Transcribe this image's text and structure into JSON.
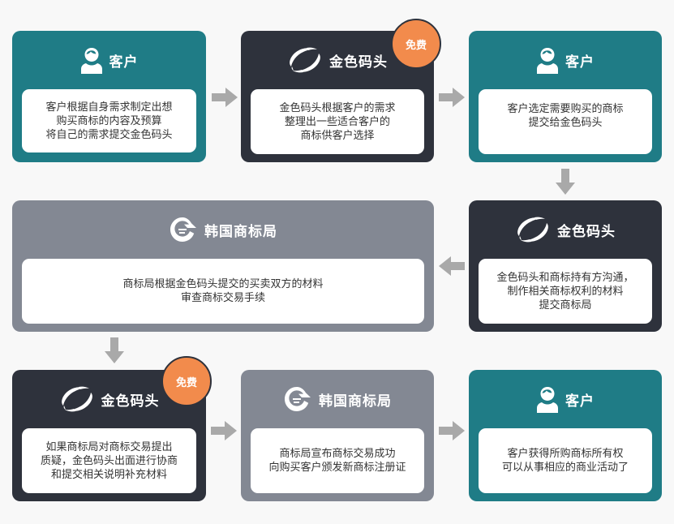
{
  "colors": {
    "background": "#f8f8f8",
    "customer_card": "#1f7c86",
    "agency_card": "#2e323c",
    "office_card": "#838893",
    "badge": "#f28b4c",
    "arrow": "#a9a9a9",
    "body_text": "#333333"
  },
  "steps": [
    {
      "actor": "客户",
      "icon": "person-icon",
      "text": "客户根据自身需求制定出想\n购买商标的内容及预算\n将自己的需求提交金色码头"
    },
    {
      "actor": "金色码头",
      "icon": "swirl-logo-icon",
      "badge": "免费",
      "text": "金色码头根据客户的需求\n整理出一些适合客户的\n商标供客户选择"
    },
    {
      "actor": "客户",
      "icon": "person-icon",
      "text": "客户选定需要购买的商标\n提交给金色码头"
    },
    {
      "actor": "金色码头",
      "icon": "swirl-logo-icon",
      "text": "金色码头和商标持有方沟通，\n制作相关商标权利的材料\n提交商标局"
    },
    {
      "actor": "韩国商标局",
      "icon": "trademark-office-logo-icon",
      "text": "商标局根据金色码头提交的买卖双方的材料\n审查商标交易手续"
    },
    {
      "actor": "金色码头",
      "icon": "swirl-logo-icon",
      "badge": "免费",
      "text": "如果商标局对商标交易提出\n质疑，金色码头出面进行协商\n和提交相关说明补充材料"
    },
    {
      "actor": "韩国商标局",
      "icon": "trademark-office-logo-icon",
      "text": "商标局宣布商标交易成功\n向购买客户颁发新商标注册证"
    },
    {
      "actor": "客户",
      "icon": "person-icon",
      "text": "客户获得所购商标所有权\n可以从事相应的商业活动了"
    }
  ],
  "flow": [
    "right",
    "right",
    "down",
    "left",
    "down",
    "right",
    "right"
  ]
}
